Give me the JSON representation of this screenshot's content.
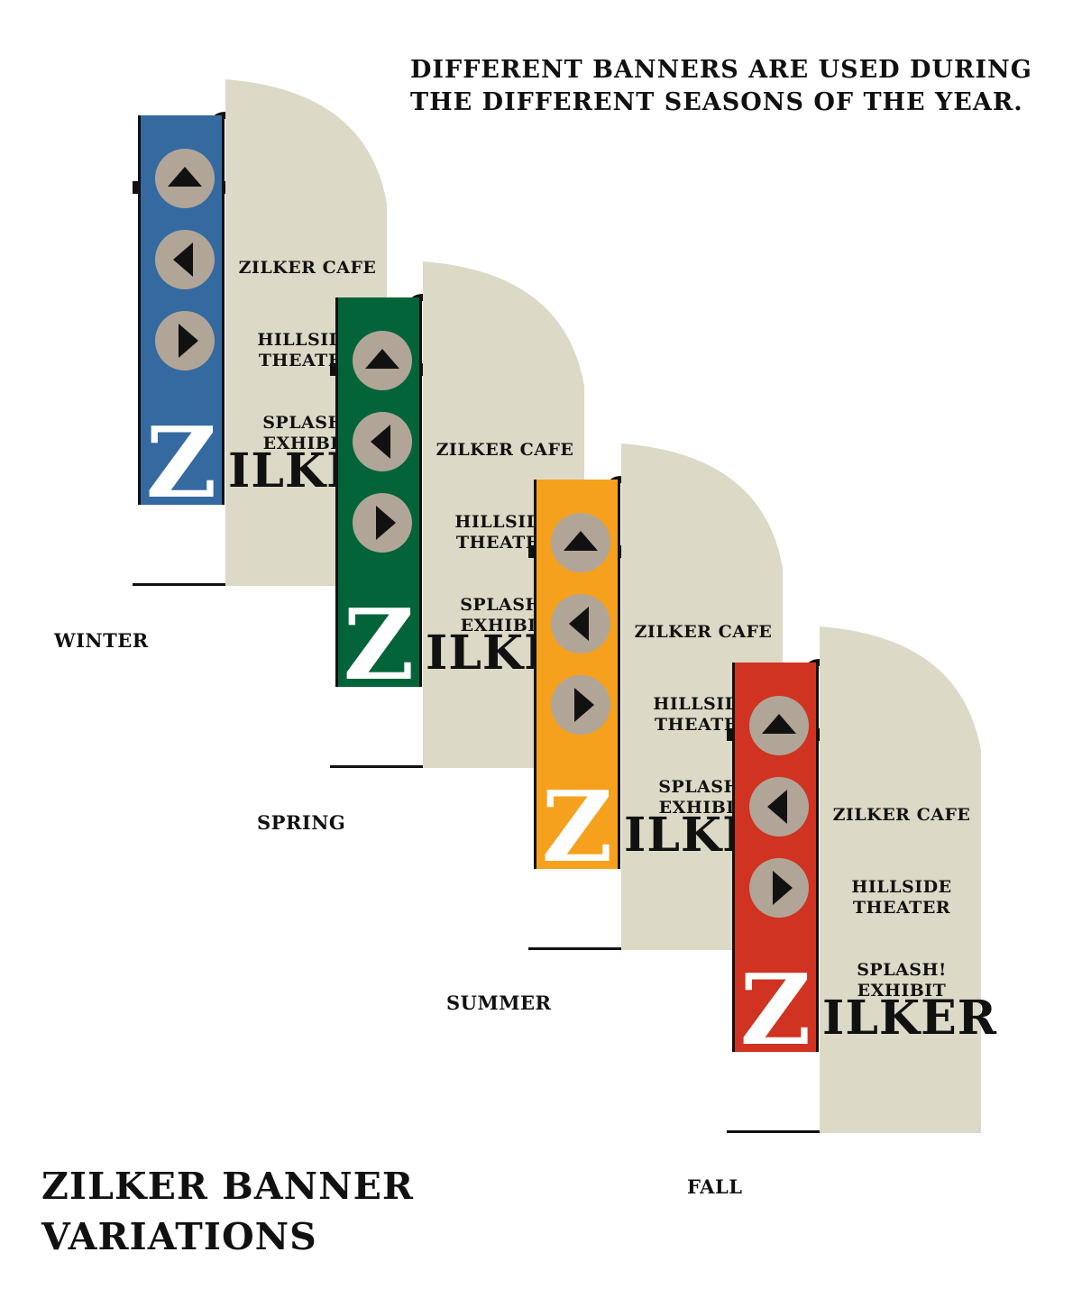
{
  "heading": {
    "line1": "DIFFERENT BANNERS ARE USED DURING",
    "line2": "THE DIFFERENT SEASONS OF THE YEAR."
  },
  "title": {
    "line1": "ZILKER BANNER",
    "line2": "VARIATIONS"
  },
  "colors": {
    "panel": "#dcd9c6",
    "button": "#b1a597",
    "hardware": "#111111"
  },
  "icons": [
    "arrow-up-icon",
    "arrow-left-icon",
    "arrow-right-icon"
  ],
  "signs": [
    {
      "season": "WINTER",
      "banner_color": "#356aa0",
      "cafe": "ZILKER CAFE",
      "theater_l1": "HILLSIDE",
      "theater_l2": "THEATER",
      "splash_l1": "SPLASH!",
      "splash_l2": "EXHIBIT",
      "brand_initial": "Z",
      "brand_rest": "ILKER"
    },
    {
      "season": "SPRING",
      "banner_color": "#03643a",
      "cafe": "ZILKER CAFE",
      "theater_l1": "HILLSIDE",
      "theater_l2": "THEATER",
      "splash_l1": "SPLASH!",
      "splash_l2": "EXHIBIT",
      "brand_initial": "Z",
      "brand_rest": "ILKER"
    },
    {
      "season": "SUMMER",
      "banner_color": "#f5a11e",
      "cafe": "ZILKER CAFE",
      "theater_l1": "HILLSIDE",
      "theater_l2": "THEATER",
      "splash_l1": "SPLASH!",
      "splash_l2": "EXHIBIT",
      "brand_initial": "Z",
      "brand_rest": "ILKER"
    },
    {
      "season": "FALL",
      "banner_color": "#d03321",
      "cafe": "ZILKER CAFE",
      "theater_l1": "HILLSIDE",
      "theater_l2": "THEATER",
      "splash_l1": "SPLASH!",
      "splash_l2": "EXHIBIT",
      "brand_initial": "Z",
      "brand_rest": "ILKER"
    }
  ]
}
